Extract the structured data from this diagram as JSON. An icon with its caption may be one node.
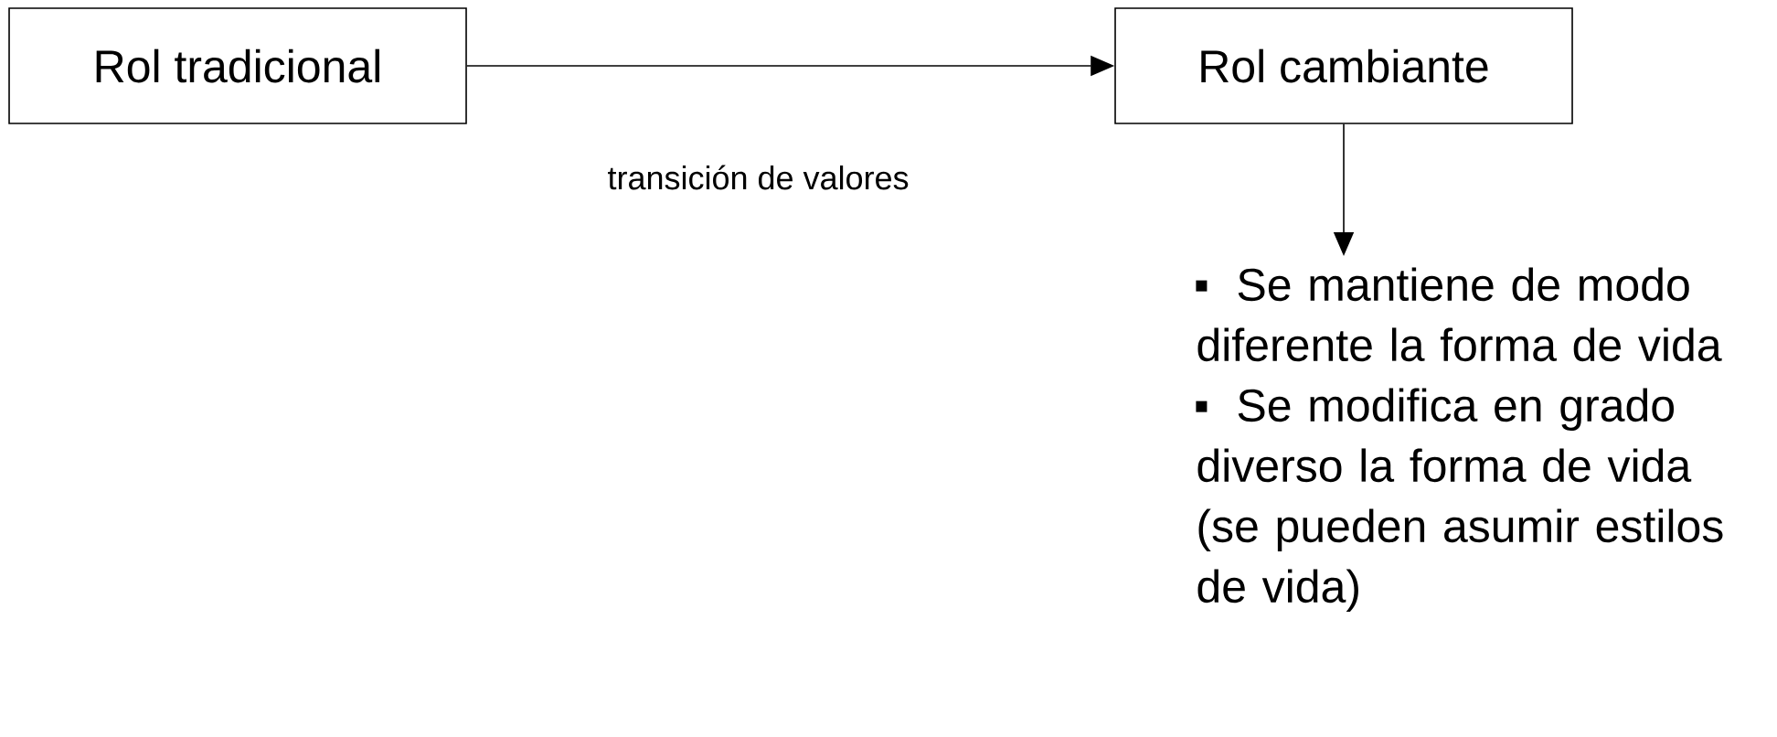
{
  "diagram": {
    "nodes": [
      {
        "text": [
          "Rol tradicional"
        ]
      },
      {
        "text": [
          "Rol cambiante"
        ]
      },
      {
        "text": [
          "Se mantiene de modo diferente la forma de vida",
          "Se modifica en grado diverso la forma de vida (se pueden asumir estilos de vida)"
        ]
      }
    ],
    "edges": [
      {
        "from": 0,
        "to": 1,
        "arrow": "to",
        "label": "transición de valores"
      },
      {
        "from": 1,
        "to": 2,
        "arrow": "to"
      }
    ]
  }
}
